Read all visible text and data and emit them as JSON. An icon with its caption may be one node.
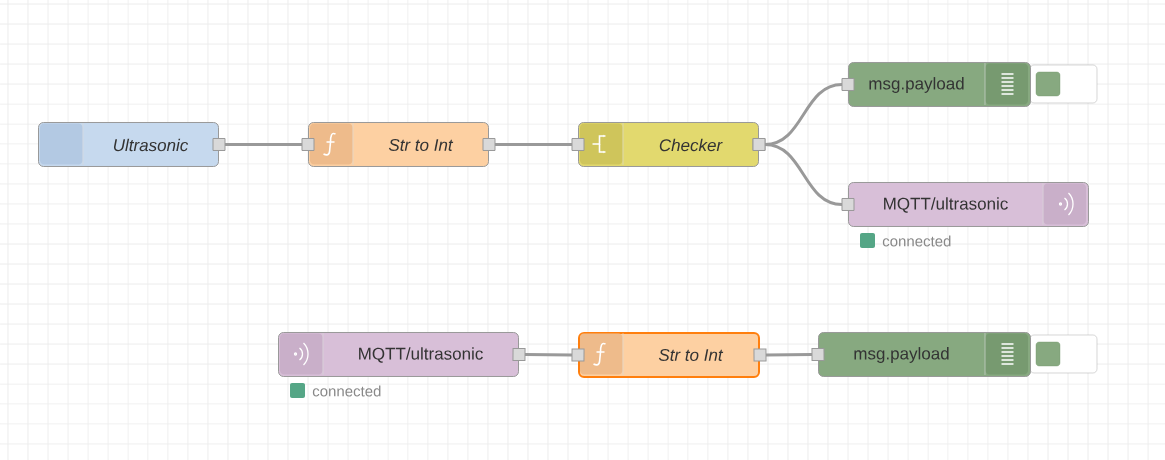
{
  "diagram": {
    "nodes": [
      {
        "text": [
          "Ultrasonic"
        ]
      },
      {
        "text": [
          "Str to Int"
        ]
      },
      {
        "text": [
          "Checker"
        ]
      },
      {
        "text": [
          "msg.payload"
        ]
      },
      {
        "text": [
          "MQTT/ultrasonic"
        ],
        "beside": [
          "connected"
        ]
      },
      {
        "text": [
          "MQTT/ultrasonic"
        ],
        "beside": [
          "connected"
        ]
      },
      {
        "text": [
          "Str to Int"
        ]
      },
      {
        "text": [
          "msg.payload"
        ]
      }
    ],
    "edges": [
      {
        "from": 0,
        "to": 1,
        "arrow": "other"
      },
      {
        "from": 1,
        "to": 2,
        "arrow": "other"
      },
      {
        "from": 2,
        "to": 3,
        "arrow": "other"
      },
      {
        "from": 2,
        "to": 4,
        "arrow": "other"
      },
      {
        "from": 5,
        "to": 6,
        "arrow": "other"
      },
      {
        "from": 6,
        "to": 7,
        "arrow": "other"
      }
    ]
  }
}
